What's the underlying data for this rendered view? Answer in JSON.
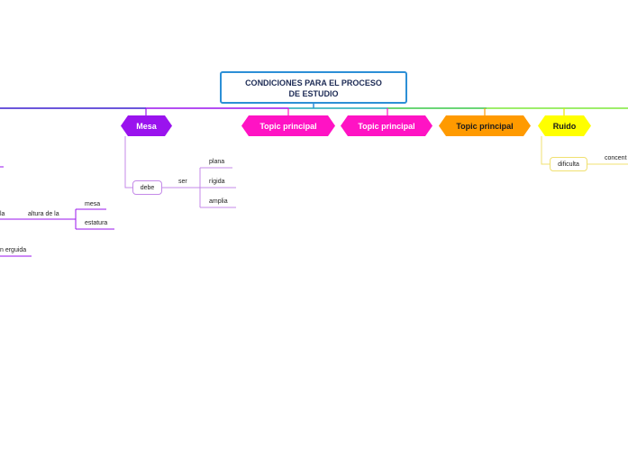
{
  "root": {
    "line1": "CONDICIONES PARA EL PROCESO",
    "line2": "DE ESTUDIO"
  },
  "topics": {
    "mesa": "Mesa",
    "topic1": "Topic principal",
    "topic2": "Topic principal",
    "topic3": "Topic principal",
    "ruido": "Ruido"
  },
  "mesa_branch": {
    "debe": "debe",
    "ser": "ser",
    "plana": "plana",
    "rigida": "rígida",
    "amplia": "amplia"
  },
  "left_branch": {
    "la": "la",
    "altura": "altura de la",
    "mesa": "mesa",
    "estatura": "estatura",
    "erguida": "n erguida"
  },
  "ruido_branch": {
    "dificulta": "dificulta",
    "concent": "concent"
  },
  "colors": {
    "mesa": "#9a13ee",
    "pink": "#ff13c4",
    "orange": "#ff9a00",
    "yellow": "#ffff00",
    "root_border": "#2c8fd6"
  }
}
